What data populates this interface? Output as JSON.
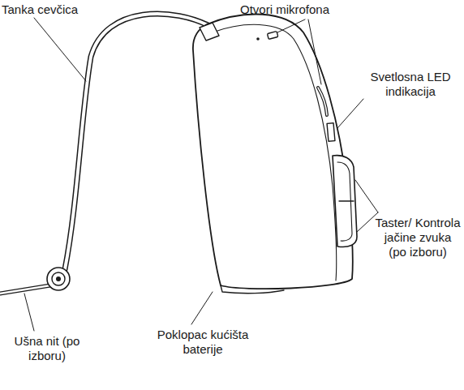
{
  "diagram": {
    "labels": [
      "Tanka cevčica",
      "Otvori mikrofona",
      "Svetlosna LED indikacija",
      "Taster/ Kontrola jačine zvuka (po izboru)",
      "Ušna nit (po izboru)",
      "Poklopac kućišta baterije"
    ]
  }
}
